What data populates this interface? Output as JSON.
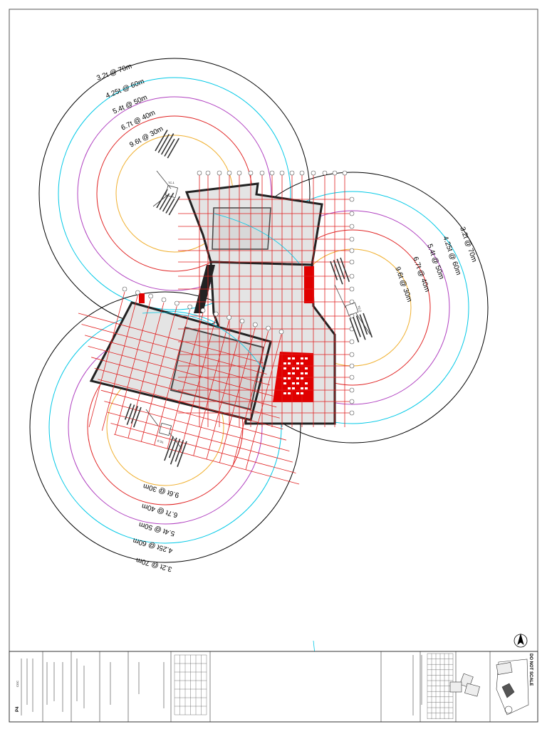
{
  "crane_radii": [
    {
      "label": "3.2t @ 70m",
      "color": "#000000"
    },
    {
      "label": "4.25t @ 60m",
      "color": "#00c8e6"
    },
    {
      "label": "5.4t @ 50m",
      "color": "#b040c0"
    },
    {
      "label": "6.7t @ 40m",
      "color": "#e02020"
    },
    {
      "label": "9.6t @ 30m",
      "color": "#f0b030"
    }
  ],
  "crane_tags": [
    "TC-1",
    "TC-2",
    "TC-3"
  ],
  "title_block": {
    "scale_note": "DO NOT SCALE",
    "sheet_no": "P4",
    "logo": "CGC"
  },
  "colors": {
    "grid": "#e02020",
    "building_fill": "#e4e4e4",
    "outline": "#222222",
    "accent": "#e00000"
  }
}
